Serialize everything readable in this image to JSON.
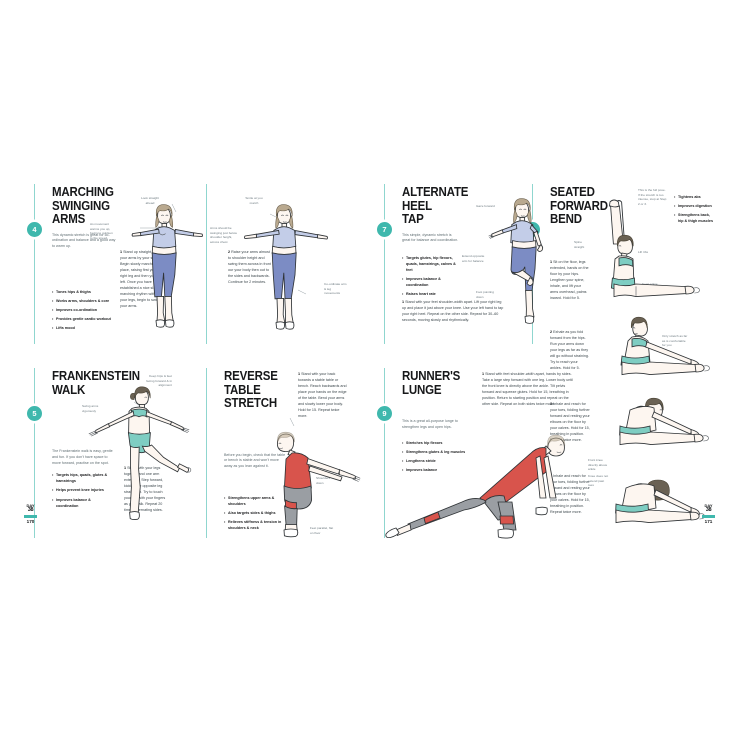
{
  "meta": {
    "accent_teal": "#3fb8ad",
    "rail_teal": "#8fd6cf",
    "red": "#d8544c",
    "blue": "#7c8cc4"
  },
  "left_page": {
    "day_tag": {
      "line1": "DAY",
      "number": "38",
      "page": "170"
    },
    "sections": [
      {
        "badge": "4",
        "title_line1": "MARCHING",
        "title_line2": "SWINGING ARMS",
        "intro": "This dynamic stretch is great for co-ordination and balance and a good way to warm up.",
        "bullets": [
          "Tones hips & thighs",
          "Works arms, shoulders & core",
          "Improves co-ordination",
          "Provides gentle cardio workout",
          "Lifts mood"
        ],
        "steps": [
          {
            "num": "1",
            "text": "Stand up straight with your arms by your sides. Begin slowly marching in place, raising first your right leg and then your left. Once you have established a nice slow marching rhythm with your legs, begin to swing your arms."
          },
          {
            "num": "2",
            "text": "Raise your arms almost to shoulder height and swing them across in front our your body then out to the sides and backwards. Continue for 2 minutes."
          }
        ],
        "notes": [
          "Look straight ahead",
          "Smile at you march",
          "Arms should be swinging just below shoulder height, across chest",
          "As movement warms you up, begin to quicken to the speed",
          "Co-ordinate arm & leg movements"
        ]
      },
      {
        "badge": "5",
        "title_line1": "FRANKENSTEIN",
        "title_line2": "WALK",
        "intro": "The Frankenstein walk is easy, gentle and fun. If you don't have space to move forward, practise on the spot.",
        "bullets": [
          "Targets hips, quads, glutes & hamstrings",
          "Helps prevent knee injuries",
          "Improves balance & coordination"
        ],
        "steps": [
          {
            "num": "1",
            "text": "Stand with your legs together and one arm extended. Step forward, kicking the opposite leg straight up. Try to touch your toe with your fingers as you walk. Repeat 20 times, alternating sides."
          }
        ],
        "notes": [
          "Swing arms vigorously",
          "Keep hips & feet facing forward & in alignment"
        ]
      },
      {
        "badge": "",
        "title_line1": "REVERSE TABLE",
        "title_line2": "STRETCH",
        "intro": "Before you begin, check that the table or bench is stable and won't move away as you lean against it.",
        "bullets": [
          "Strengthens upper arms & shoulders",
          "Also targets sides & thighs",
          "Relieves stiffness & tension in shoulders & neck"
        ],
        "steps": [
          {
            "num": "1",
            "text": "Stand with your back towards a stable table or bench. Reach backwards and place your hands on the edge of the table. Bend your arms and slowly lower your body. Hold for 15. Repeat twice more."
          }
        ],
        "notes": [
          "Shoulders down",
          "Feet parallel, flat on floor"
        ]
      }
    ]
  },
  "right_page": {
    "day_tag": {
      "line1": "DAY",
      "number": "38",
      "page": "171"
    },
    "sections": [
      {
        "badge": "7",
        "title_line1": "ALTERNATE",
        "title_line2": "HEEL TAP",
        "intro": "This simple, dynamic stretch is great for balance and coordination.",
        "bullets": [
          "Targets glutes, hip flexors, quads, hamstrings, calves & feet",
          "Improves balance & coordination",
          "Raises heart rate"
        ],
        "steps": [
          {
            "num": "1",
            "text": "Stand with your feet shoulder-width apart. Lift your right leg up and place it just above your knee. Use your left hand to tap your right heel. Repeat on the other side. Repeat for 30–60 seconds, moving slowly and rhythmically."
          }
        ],
        "notes": [
          "Gaze forward",
          "Extend opposite arm for balance",
          "Foot pointing down"
        ]
      },
      {
        "badge": "8",
        "title_line1": "SEATED",
        "title_line2": "FORWARD",
        "title_line3": "BEND",
        "intro": "",
        "bullets": [
          "Tightens abs",
          "Improves digestion",
          "Strengthens back, hip & thigh muscles"
        ],
        "steps": [
          {
            "num": "1",
            "text": "Sit on the floor, legs extended, hands on the floor by your hips. Lengthen your spine, inhale, and lift your arms overhead, palms inward. Hold for 5."
          },
          {
            "num": "2",
            "text": "Exhale as you fold forward from the hips. Run your arms down your legs as far as they will go without straining. Try to reach your ankles. Hold for 5."
          },
          {
            "num": "3",
            "text": "Inhale and reach for your toes, folding further forward and resting your elbows on the floor by your calves. Hold for 15, breathing in position. Repeat twice more."
          },
          {
            "num": "4",
            "text": "Inhale and reach for your toes, folding further forward and resting your elbows on the floor by your calves. Hold for 15, breathing in position. Repeat twice more."
          }
        ],
        "notes": [
          "This is the full pose. If the stretch is too intense, stop at Step 2 or 3.",
          "Spine straight",
          "Lift ribs",
          "Keep spine straight and chest in",
          "Only stretch as far as is comfortable for you"
        ]
      },
      {
        "badge": "9",
        "title_line1": "RUNNER'S LUNGE",
        "title_line2": "",
        "intro": "This is a great all-purpose lunge to strengthen legs and open hips.",
        "bullets": [
          "Stretches hip flexors",
          "Strengthens glutes & leg muscles",
          "Lengthens stride",
          "Improves balance"
        ],
        "steps": [
          {
            "num": "1",
            "text": "Stand with feet shoulder-width apart, hands by sides. Take a large step forward with one leg. Lower body until the front knee is directly above the ankle. Tilt pelvis forward and squeeze glutes. Hold for 15, breathing in position. Return to starting position and repeat on the other side. Repeat on both sides twice more."
          }
        ],
        "notes": [
          "Front knee directly above ankle",
          "Knee does not extend past toes"
        ]
      }
    ]
  }
}
